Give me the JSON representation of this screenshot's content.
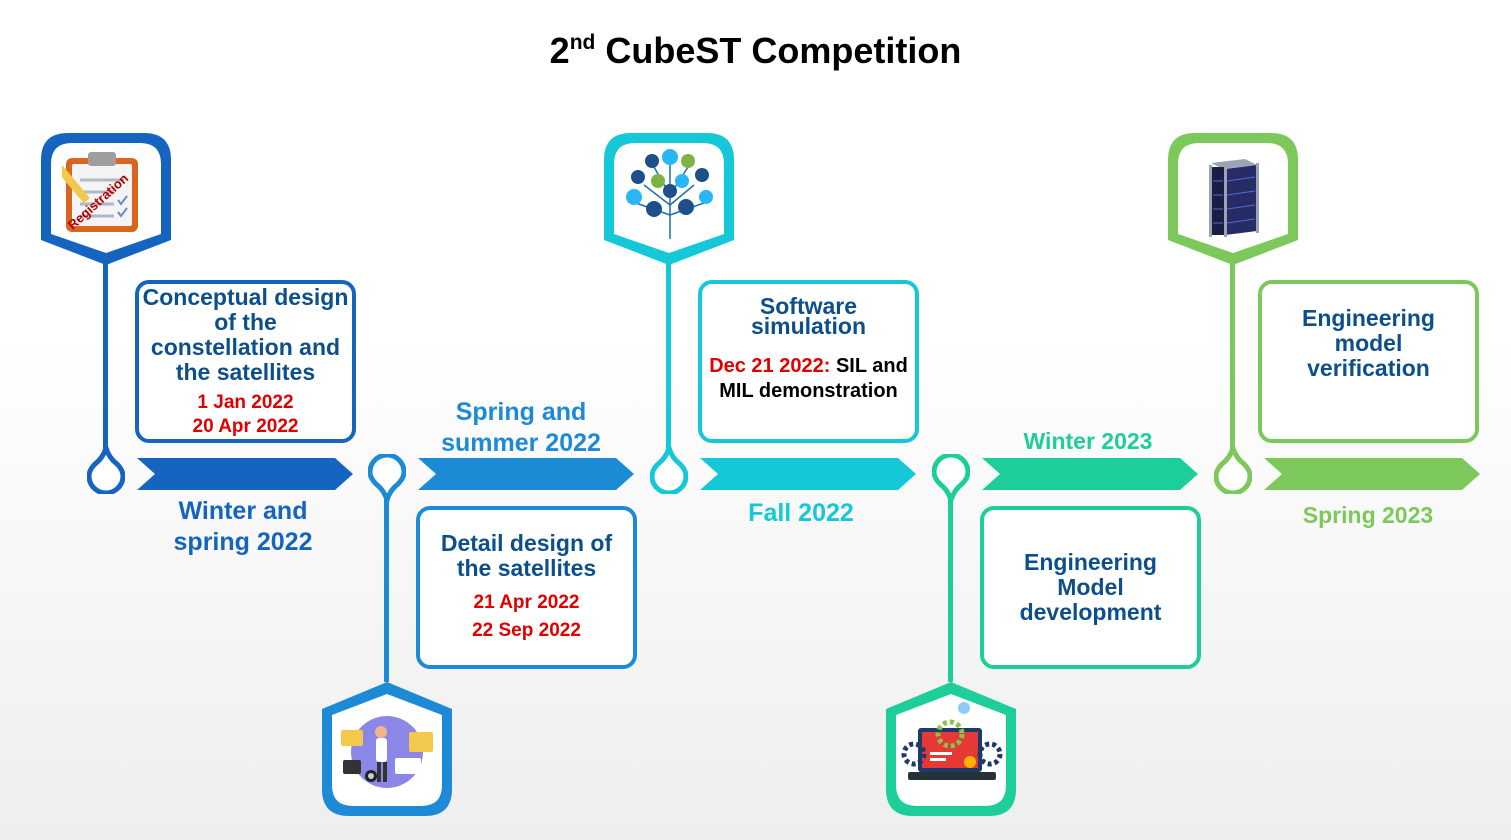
{
  "title": {
    "main": "2",
    "sup": "nd",
    "rest": " CubeST Competition"
  },
  "colors": {
    "blue1": "#1565c0",
    "blue2": "#1d8ad6",
    "cyan": "#14c8d8",
    "teal": "#1dce9a",
    "green": "#7dc85a",
    "heading": "#0d4f8b",
    "date": "#e00000"
  },
  "stages": [
    {
      "icon": "registration-clipboard-icon",
      "icon_text": "Registration",
      "card_heading": "Conceptual design of the constellation and the satellites",
      "dates": [
        "1 Jan 2022",
        "20 Apr 2022"
      ],
      "season": [
        "Winter and",
        "spring 2022"
      ]
    },
    {
      "icon": "designer-at-dashboard-icon",
      "card_heading": "Detail design of the satellites",
      "dates": [
        "21 Apr 2022",
        "22 Sep 2022"
      ],
      "season": [
        "Spring and",
        "summer 2022"
      ]
    },
    {
      "icon": "technology-tree-icon",
      "card_heading": "Software simulation",
      "note_red": "Dec 21 2022:",
      "note_black": " SIL and MIL demonstration",
      "season": [
        "Fall 2022"
      ]
    },
    {
      "icon": "laptop-gears-icon",
      "card_heading": "Engineering Model development",
      "season": [
        "Winter 2023"
      ]
    },
    {
      "icon": "cubesat-icon",
      "card_heading": "Engineering model verification",
      "season": [
        "Spring 2023"
      ]
    }
  ]
}
